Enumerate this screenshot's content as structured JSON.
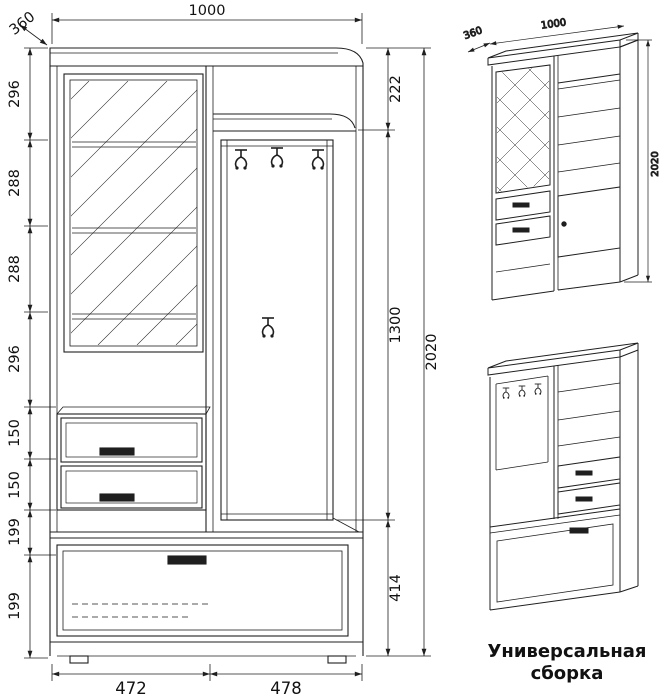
{
  "caption": "Универсальная сборка",
  "front": {
    "width": "1000",
    "depth": "360",
    "height": "2020",
    "left_dims": [
      "296",
      "288",
      "288",
      "296",
      "150",
      "150",
      "199",
      "199"
    ],
    "right_dims": [
      "222",
      "1300",
      "414"
    ],
    "bottom_dims": [
      "472",
      "478"
    ]
  },
  "iso": {
    "depth": "360",
    "width": "1000",
    "height": "2020"
  },
  "colors": {
    "line": "#1f1f1f",
    "background": "#ffffff"
  }
}
